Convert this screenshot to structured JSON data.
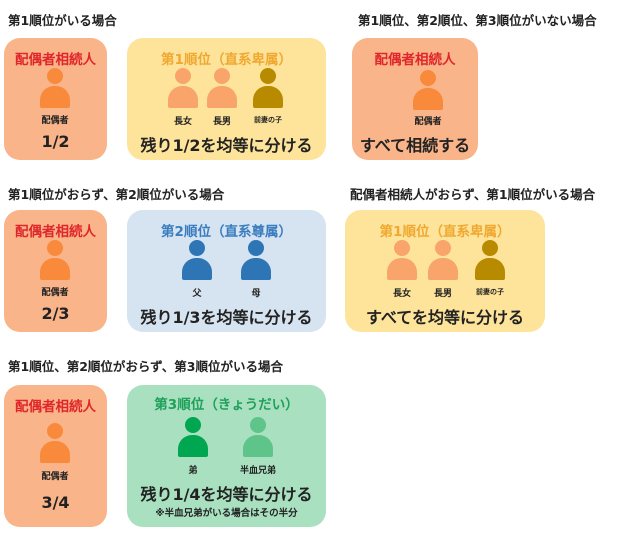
{
  "colors": {
    "spouse_box": "#f9b48a",
    "spouse_person": "#f98a3c",
    "rank1_box": "#fde49a",
    "rank2_box": "#d6e3f1",
    "rank3_box": "#a8e0c0",
    "title_red": "#e0262a",
    "rank1_title": "#f0a830",
    "rank2_title": "#3a7dbf",
    "rank3_title": "#1fa05a"
  },
  "spouse_title": "配偶者相続人",
  "spouse_label": "配偶者",
  "s1": {
    "heading": "第1順位がいる場合",
    "spouse_share": "1/2",
    "group_title": "第1順位（直系卑属）",
    "members": [
      "長女",
      "長男",
      "前妻の子"
    ],
    "share_text": "残り1/2を均等に分ける"
  },
  "s2": {
    "heading": "第1順位、第2順位、第3順位がいない場合",
    "share_text": "すべて相続する"
  },
  "s3": {
    "heading": "第1順位がおらず、第2順位がいる場合",
    "spouse_share": "2/3",
    "group_title": "第2順位（直系尊属）",
    "members": [
      "父",
      "母"
    ],
    "share_text": "残り1/3を均等に分ける"
  },
  "s4": {
    "heading": "配偶者相続人がおらず、第1順位がいる場合",
    "group_title": "第1順位（直系卑属）",
    "members": [
      "長女",
      "長男",
      "前妻の子"
    ],
    "share_text": "すべてを均等に分ける"
  },
  "s5": {
    "heading": "第1順位、第2順位がおらず、第3順位がいる場合",
    "spouse_share": "3/4",
    "group_title": "第3順位（きょうだい）",
    "members": [
      "弟",
      "半血兄弟"
    ],
    "share_text": "残り1/4を均等に分ける",
    "note": "※半血兄弟がいる場合はその半分"
  }
}
